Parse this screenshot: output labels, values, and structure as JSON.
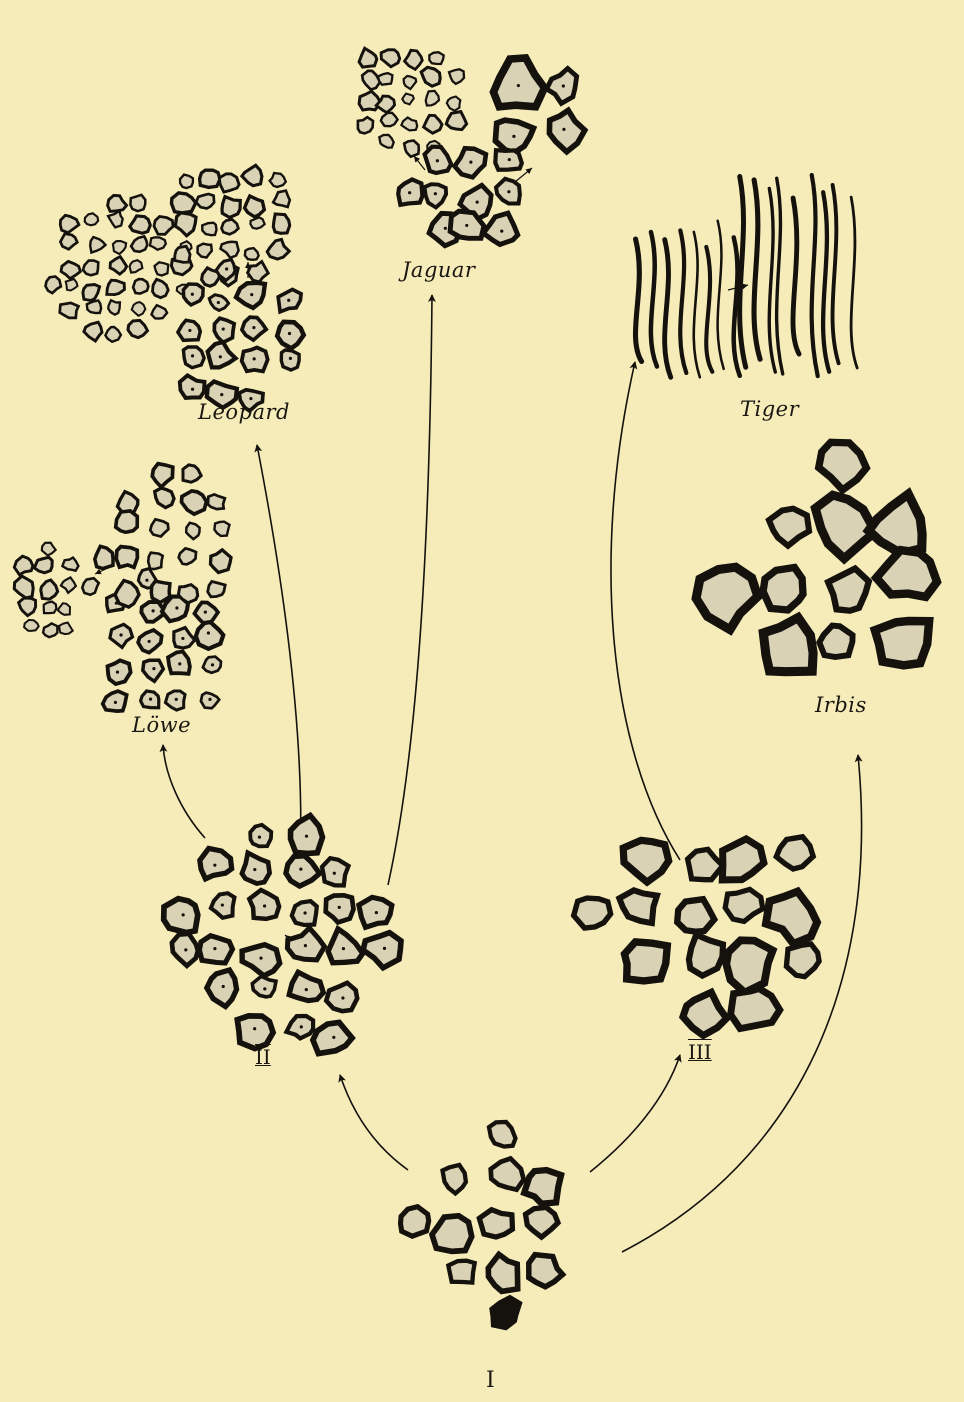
{
  "colors": {
    "background": "#f6ecba",
    "ink": "#15120e",
    "spot_fill": "#d9d2b4"
  },
  "labels": {
    "jaguar": "Jaguar",
    "leopard": "Leopard",
    "tiger": "Tiger",
    "loewe": "Löwe",
    "irbis": "Irbis",
    "stage_1": "I",
    "stage_2": "II",
    "stage_3": "III"
  }
}
